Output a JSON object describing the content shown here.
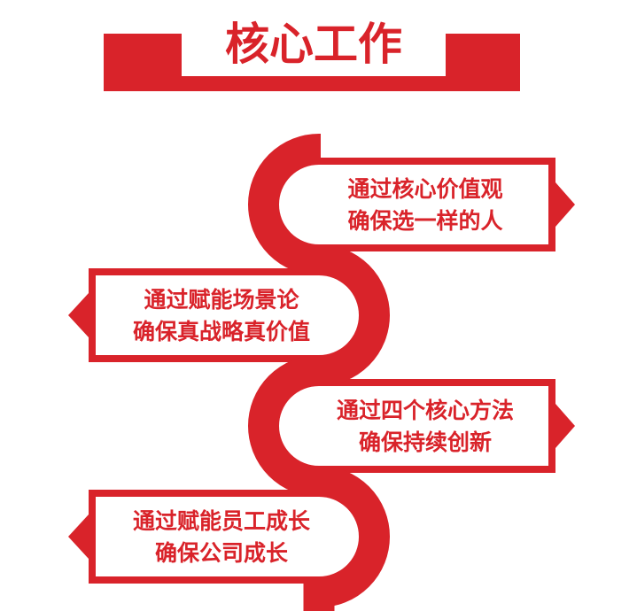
{
  "title": "核心工作",
  "accent_color": "#d9232a",
  "steps": [
    {
      "line1": "通过核心价值观",
      "line2": "确保选一样的人",
      "arrow": "right"
    },
    {
      "line1": "通过赋能场景论",
      "line2": "确保真战略真价值",
      "arrow": "left"
    },
    {
      "line1": "通过四个核心方法",
      "line2": "确保持续创新",
      "arrow": "right"
    },
    {
      "line1": "通过赋能员工成长",
      "line2": "确保公司成长",
      "arrow": "left"
    }
  ]
}
